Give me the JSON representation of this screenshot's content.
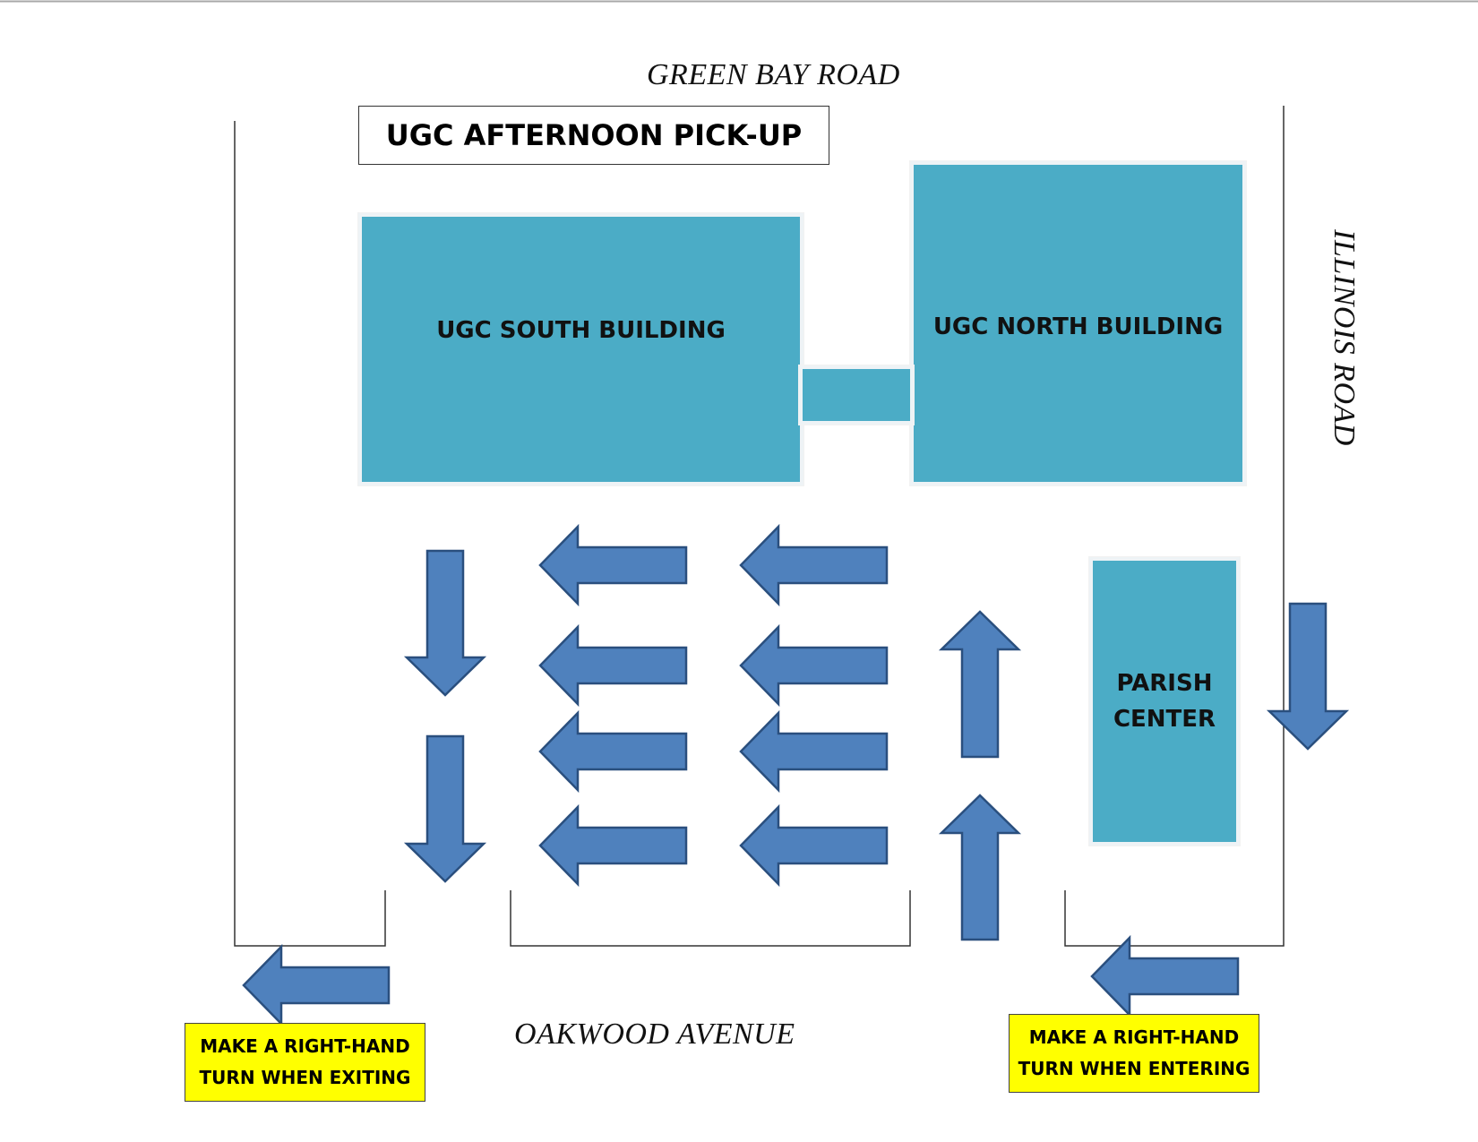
{
  "title": "UGC AFTERNOON PICK-UP",
  "streets": {
    "north": "GREEN BAY ROAD",
    "south": "OAKWOOD AVENUE",
    "east": "ILLINOIS  ROAD"
  },
  "buildings": {
    "south": "UGC SOUTH BUILDING",
    "north": "UGC NORTH BUILDING",
    "parish": "PARISH CENTER"
  },
  "notes": {
    "exit": "MAKE A RIGHT-HAND TURN WHEN EXITING",
    "enter": "MAKE A RIGHT-HAND TURN WHEN ENTERING"
  },
  "colors": {
    "building": "#4bacc6",
    "arrow_fill": "#4f81bd",
    "arrow_stroke": "#2a4f7e",
    "note_bg": "#ffff00"
  }
}
